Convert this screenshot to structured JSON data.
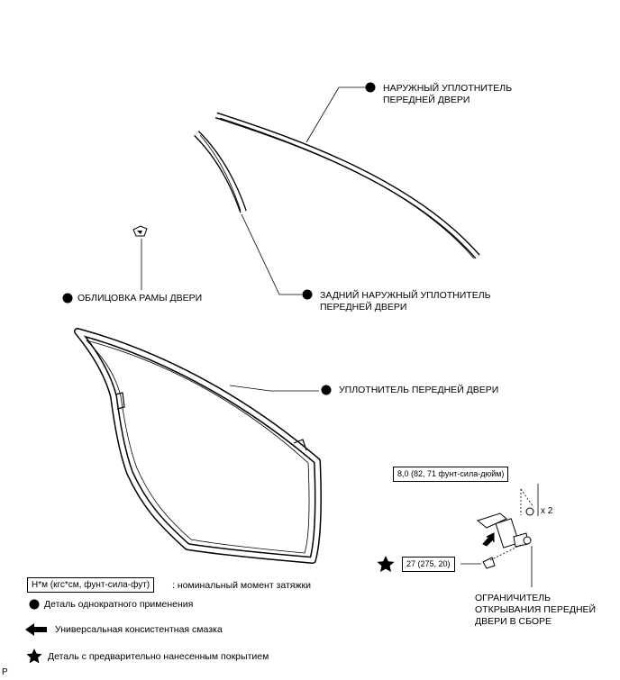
{
  "labels": {
    "outer_weatherstrip": "НАРУЖНЫЙ УПЛОТНИТЕЛЬ\nПЕРЕДНЕЙ ДВЕРИ",
    "rear_outer_weatherstrip": "ЗАДНИЙ НАРУЖНЫЙ УПЛОТНИТЕЛЬ\nПЕРЕДНЕЙ ДВЕРИ",
    "door_frame_garnish": "ОБЛИЦОВКА РАМЫ ДВЕРИ",
    "door_weatherstrip": "УПЛОТНИТЕЛЬ ПЕРЕДНЕЙ ДВЕРИ",
    "check_assembly": "ОГРАНИЧИТЕЛЬ\nОТКРЫВАНИЯ ПЕРЕДНЕЙ\nДВЕРИ В СБОРЕ"
  },
  "torque": {
    "upper": "8,0 (82, 71 фунт-сила-дюйм)",
    "lower": "27 (275, 20)",
    "quantity": "x 2"
  },
  "legend": {
    "torque_unit": "Н*м (кгс*см, фунт-сила-фут)",
    "torque_desc": ": номинальный момент затяжки",
    "non_reusable": "Деталь однократного применения",
    "grease": "Универсальная консистентная смазка",
    "precoated": "Деталь с предварительно нанесенным покрытием"
  },
  "footer": {
    "mark": "P"
  }
}
